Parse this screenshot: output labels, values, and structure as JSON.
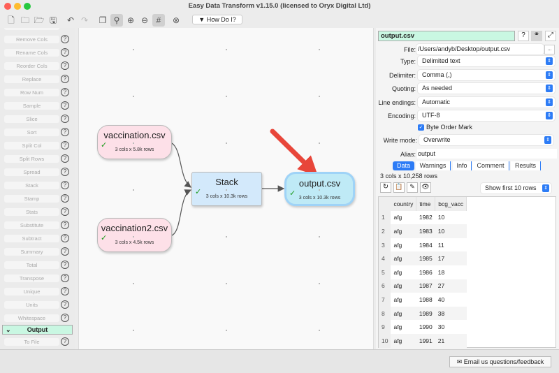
{
  "window": {
    "title": "Easy Data Transform v1.15.0 (licensed to Oryx Digital Ltd)"
  },
  "toolbar": {
    "icons": [
      "new-file-icon",
      "open-folder-icon",
      "recent-folder-icon",
      "save-icon",
      "undo-icon",
      "redo-icon",
      "copy-icon",
      "zoom-fit-icon",
      "zoom-in-icon",
      "zoom-out-icon",
      "grid-icon",
      "stop-icon"
    ],
    "how_do_i": "▼  How Do I?"
  },
  "sidebar": {
    "items": [
      "Remove Cols",
      "Rename Cols",
      "Reorder Cols",
      "Replace",
      "Row Num",
      "Sample",
      "Slice",
      "Sort",
      "Split Col",
      "Split Rows",
      "Spread",
      "Stack",
      "Stamp",
      "Stats",
      "Substitute",
      "Subtract",
      "Summary",
      "Total",
      "Transpose",
      "Unique",
      "Units",
      "Whitespace"
    ],
    "output_category": "Output",
    "output_items": [
      "To File"
    ],
    "help": "?"
  },
  "canvas": {
    "nodes": [
      {
        "title": "vaccination.csv",
        "sub": "3 cols x 5.8k rows"
      },
      {
        "title": "vaccination2.csv",
        "sub": "3 cols x 4.5k rows"
      },
      {
        "title": "Stack",
        "sub": "3 cols x 10.3k rows"
      },
      {
        "title": "output.csv",
        "sub": "3 cols x 10.3k rows"
      }
    ],
    "colors": {
      "input": "#fde0e8",
      "transform": "#d3e9fb",
      "output": "#bfeaf6",
      "arrow": "#e8463a"
    }
  },
  "panel": {
    "name": "output.csv",
    "fields": [
      {
        "label": "File:",
        "value": "/Users/andyb/Desktop/output.csv"
      },
      {
        "label": "Type:",
        "value": "Delimited text"
      },
      {
        "label": "Delimiter:",
        "value": "Comma (,)"
      },
      {
        "label": "Quoting:",
        "value": "As needed"
      },
      {
        "label": "Line endings:",
        "value": "Automatic"
      },
      {
        "label": "Encoding:",
        "value": "UTF-8"
      }
    ],
    "bom": "Byte Order Mark",
    "bom_checked": true,
    "write_mode": {
      "label": "Write mode:",
      "value": "Overwrite"
    },
    "alias": {
      "label": "Alias:",
      "value": "output"
    },
    "browse": "...",
    "tabs": [
      "Data",
      "Warnings",
      "Info",
      "Comment",
      "Results"
    ],
    "active_tab": "Data",
    "summary": "3 cols x 10,258 rows",
    "show_rows": "Show first 10 rows",
    "table": {
      "headers": [
        "country",
        "time",
        "bcg_vacc"
      ],
      "rows": [
        [
          "1",
          "afg",
          "1982",
          "10"
        ],
        [
          "2",
          "afg",
          "1983",
          "10"
        ],
        [
          "3",
          "afg",
          "1984",
          "11"
        ],
        [
          "4",
          "afg",
          "1985",
          "17"
        ],
        [
          "5",
          "afg",
          "1986",
          "18"
        ],
        [
          "6",
          "afg",
          "1987",
          "27"
        ],
        [
          "7",
          "afg",
          "1988",
          "40"
        ],
        [
          "8",
          "afg",
          "1989",
          "38"
        ],
        [
          "9",
          "afg",
          "1990",
          "30"
        ],
        [
          "10",
          "afg",
          "1991",
          "21"
        ]
      ]
    }
  },
  "footer": {
    "email": "Email us questions/feedback"
  }
}
